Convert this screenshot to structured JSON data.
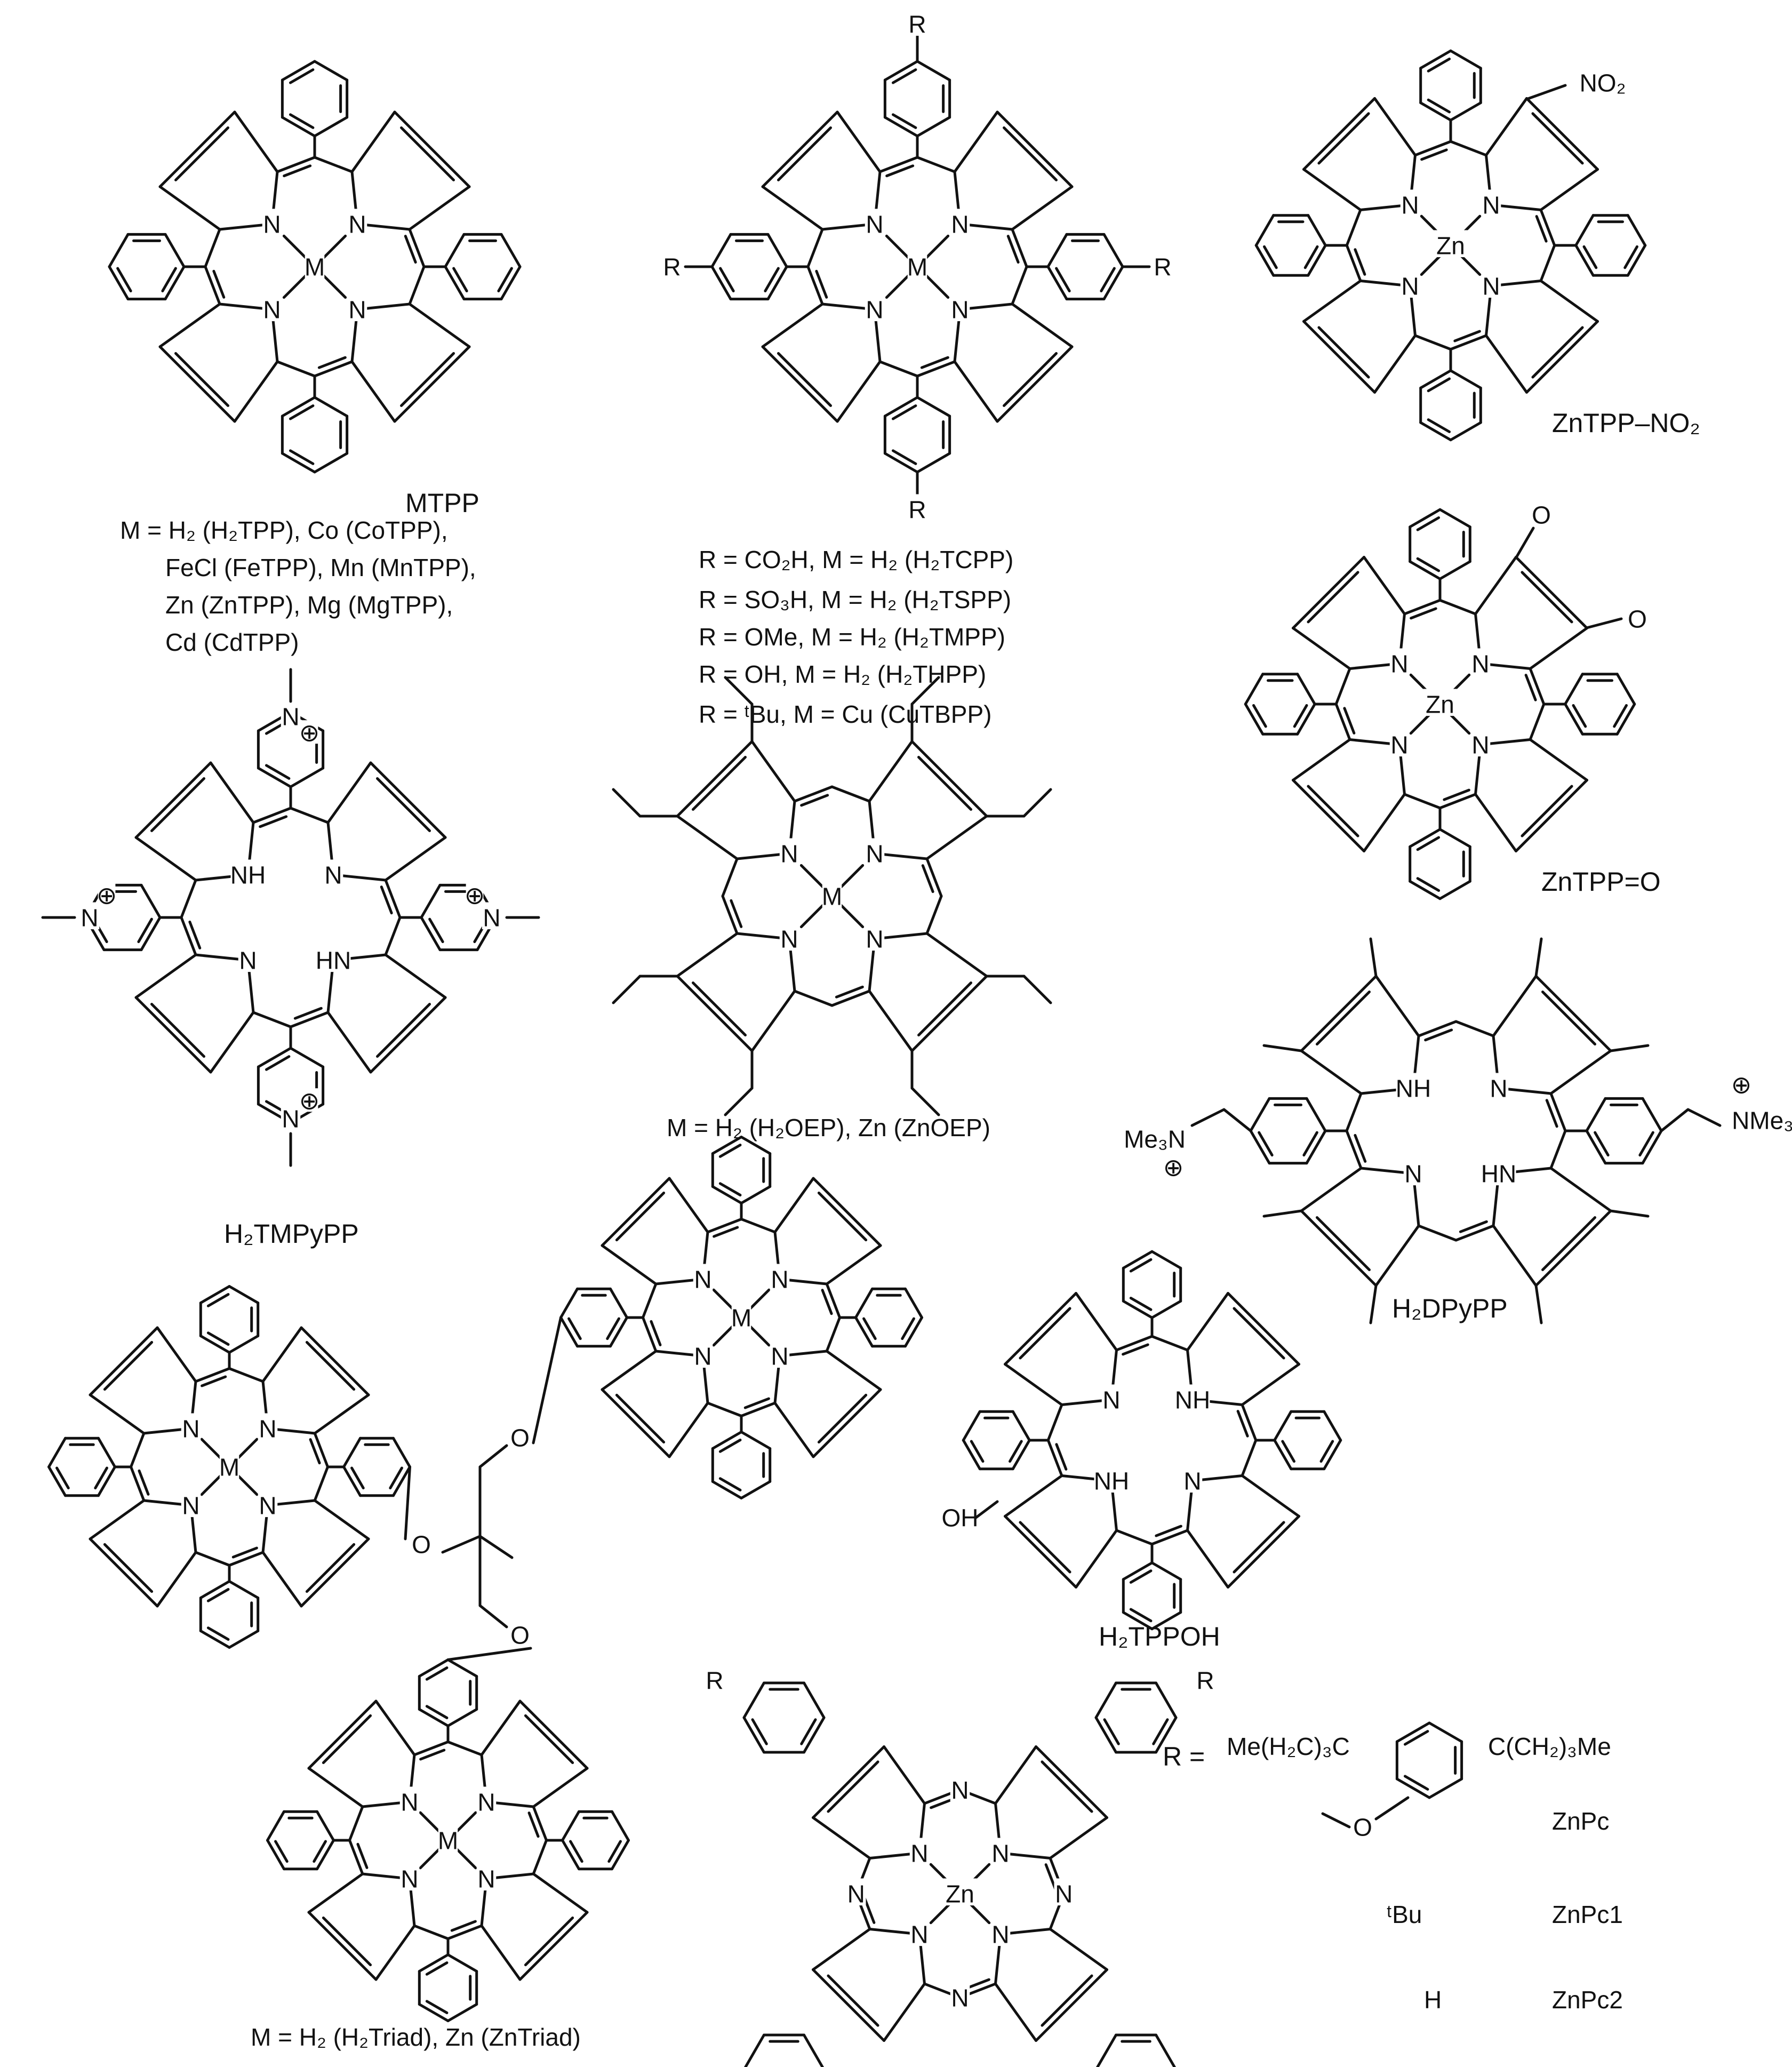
{
  "structures": [
    {
      "id": "mtpp",
      "name": "MTPP",
      "caption_lines": [
        "M = H₂ (H₂TPP), Co (CoTPP),",
        "FeCl (FeTPP), Mn (MnTPP),",
        "Zn (ZnTPP), Mg (MgTPP),",
        "Cd (CdTPP)"
      ]
    },
    {
      "id": "tcpp",
      "name": "",
      "caption_lines": [
        "R = CO₂H, M = H₂ (H₂TCPP)",
        "R = SO₃H, M = H₂ (H₂TSPP)",
        "R = OMe, M = H₂ (H₂TMPP)",
        "R = OH, M = H₂ (H₂THPP)",
        "R = ᵗBu, M = Cu (CuTBPP)"
      ]
    },
    {
      "id": "zntppno2",
      "name": "ZnTPP–NO₂",
      "caption_lines": []
    },
    {
      "id": "zntppo",
      "name": "ZnTPP=O",
      "caption_lines": []
    },
    {
      "id": "h2tmpypp",
      "name": "H₂TMPyPP",
      "caption_lines": []
    },
    {
      "id": "oep",
      "name": "",
      "caption_lines": [
        "M = H₂ (H₂OEP), Zn (ZnOEP)"
      ]
    },
    {
      "id": "h2dpypp",
      "name": "H₂DPyPP",
      "caption_lines": []
    },
    {
      "id": "triad",
      "name": "",
      "caption_lines": [
        "M = H₂ (H₂Triad), Zn (ZnTriad)"
      ]
    },
    {
      "id": "h2tppoh",
      "name": "H₂TPPOH",
      "caption_lines": []
    },
    {
      "id": "znpc",
      "name": "",
      "caption_lines": []
    }
  ],
  "atoms": {
    "N": "N",
    "NH": "NH",
    "HN": "HN",
    "H": "H",
    "M": "M",
    "Zn": "Zn",
    "R": "R",
    "O": "O",
    "OH": "OH",
    "NO2": "NO₂",
    "NMe3": "NMe₃",
    "Me3N": "Me₃N",
    "plus": "⊕"
  },
  "pc_substituents": {
    "r_equals": "R =",
    "aryl_left": "Me(H₂C)₃C",
    "aryl_right": "C(CH₂)₃Me",
    "rows": [
      {
        "substituent": "",
        "compound": "ZnPc"
      },
      {
        "substituent": "ᵗBu",
        "compound": "ZnPc1"
      },
      {
        "substituent": "H",
        "compound": "ZnPc2"
      }
    ]
  }
}
